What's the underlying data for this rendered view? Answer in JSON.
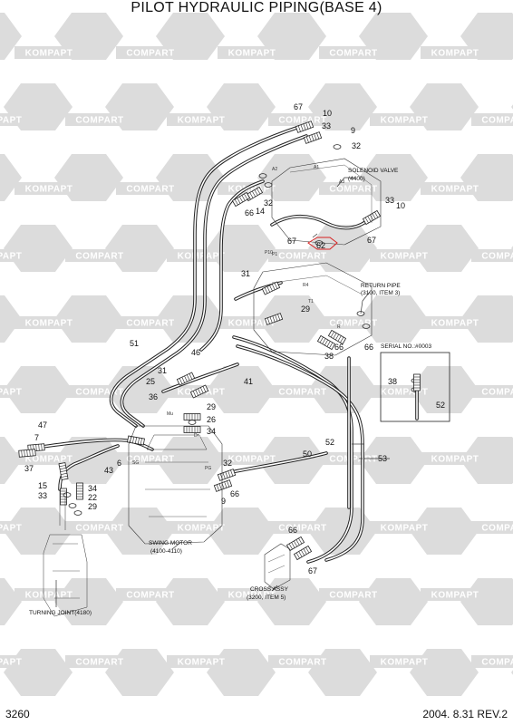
{
  "title": "PILOT HYDRAULIC PIPING(BASE 4)",
  "footer": {
    "page": "3260",
    "date_rev": "2004. 8.31  REV.2"
  },
  "watermark": {
    "word1": "KOMPAPT",
    "word2": "COMPART",
    "color": "#dcdcdc"
  },
  "annotations": {
    "solenoid_line1": "SOLENOID VALVE",
    "solenoid_line2": "(4400)",
    "return_line1": "RETURN PIPE",
    "return_line2": "(3100, ITEM 3)",
    "serial": "SERIAL NO.:#0003",
    "swing_line1": "SWING MOTOR",
    "swing_line2": "(4100-4110)",
    "cross_line1": "CROSS ASSY",
    "cross_line2": "(3200, ITEM 5)",
    "turning": "TURNING JOINT(4180)"
  },
  "part_labels": {
    "p67a": "67",
    "p10a": "10",
    "p33a": "33",
    "p9a": "9",
    "p32a": "32",
    "p32b": "32",
    "p66a": "66",
    "p14": "14",
    "p67b": "67",
    "p62": "62",
    "p33b": "33",
    "p10b": "10",
    "p67c": "67",
    "p31a": "31",
    "p29a": "29",
    "p38a": "38",
    "p66b": "66",
    "p66c": "66",
    "p38b": "38",
    "p52a": "52",
    "p51": "51",
    "p46": "46",
    "p31b": "31",
    "p25": "25",
    "p36": "36",
    "p41": "41",
    "p29b": "29",
    "p26": "26",
    "p34a": "34",
    "p47": "47",
    "p7": "7",
    "p37": "37",
    "p43": "43",
    "p6": "6",
    "p15": "15",
    "p33c": "33",
    "p34b": "34",
    "p22": "22",
    "p29c": "29",
    "p50": "50",
    "p52b": "52",
    "p53": "53",
    "p32c": "32",
    "p66d": "66",
    "p9b": "9",
    "p66e": "66",
    "p67d": "67"
  },
  "port_marks": {
    "a1": "A1",
    "a2": "A2",
    "a3": "A3",
    "p10": "P10",
    "r4": "R4",
    "t1": "T1",
    "p1": "P1",
    "r": "R",
    "mu": "Mu",
    "sg": "SG",
    "dr": "Dr",
    "pg": "PG"
  }
}
